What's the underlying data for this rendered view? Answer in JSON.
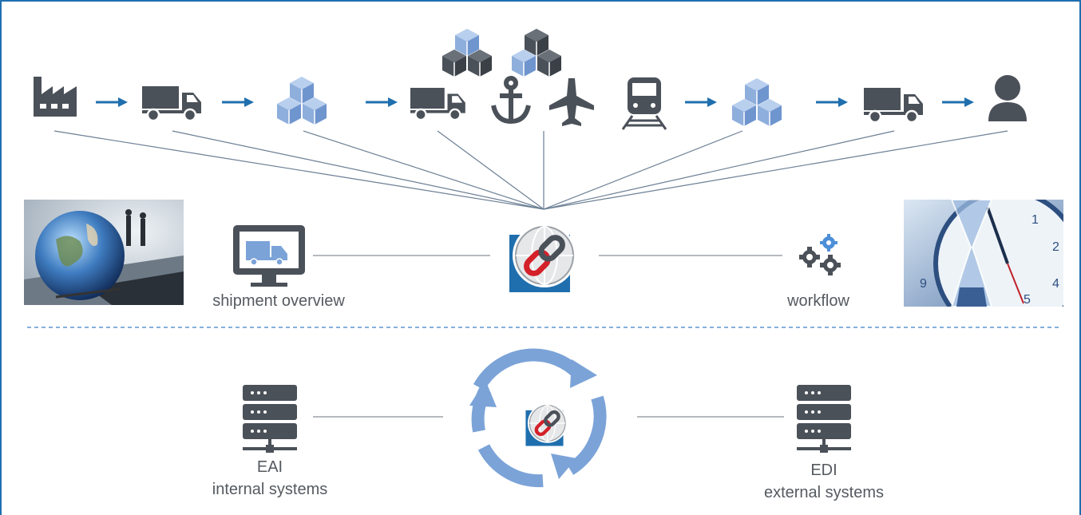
{
  "labels": {
    "shipment_overview": "shipment overview",
    "workflow": "workflow",
    "eai": "EAI",
    "internal_systems": "internal systems",
    "edi": "EDI",
    "external_systems": "external systems"
  },
  "colors": {
    "frame": "#1f6fae",
    "icon_gray": "#4b5159",
    "box_blue": "#8eaedc",
    "arrow_blue": "#1f6fae",
    "link_red": "#d32029",
    "cycle_blue": "#7ba3d8"
  },
  "chain": [
    "factory-icon",
    "truck-icon",
    "boxes-icon",
    "truck-icon",
    "anchor-icon",
    "airplane-icon",
    "train-icon",
    "boxes-icon",
    "truck-icon",
    "person-icon"
  ]
}
